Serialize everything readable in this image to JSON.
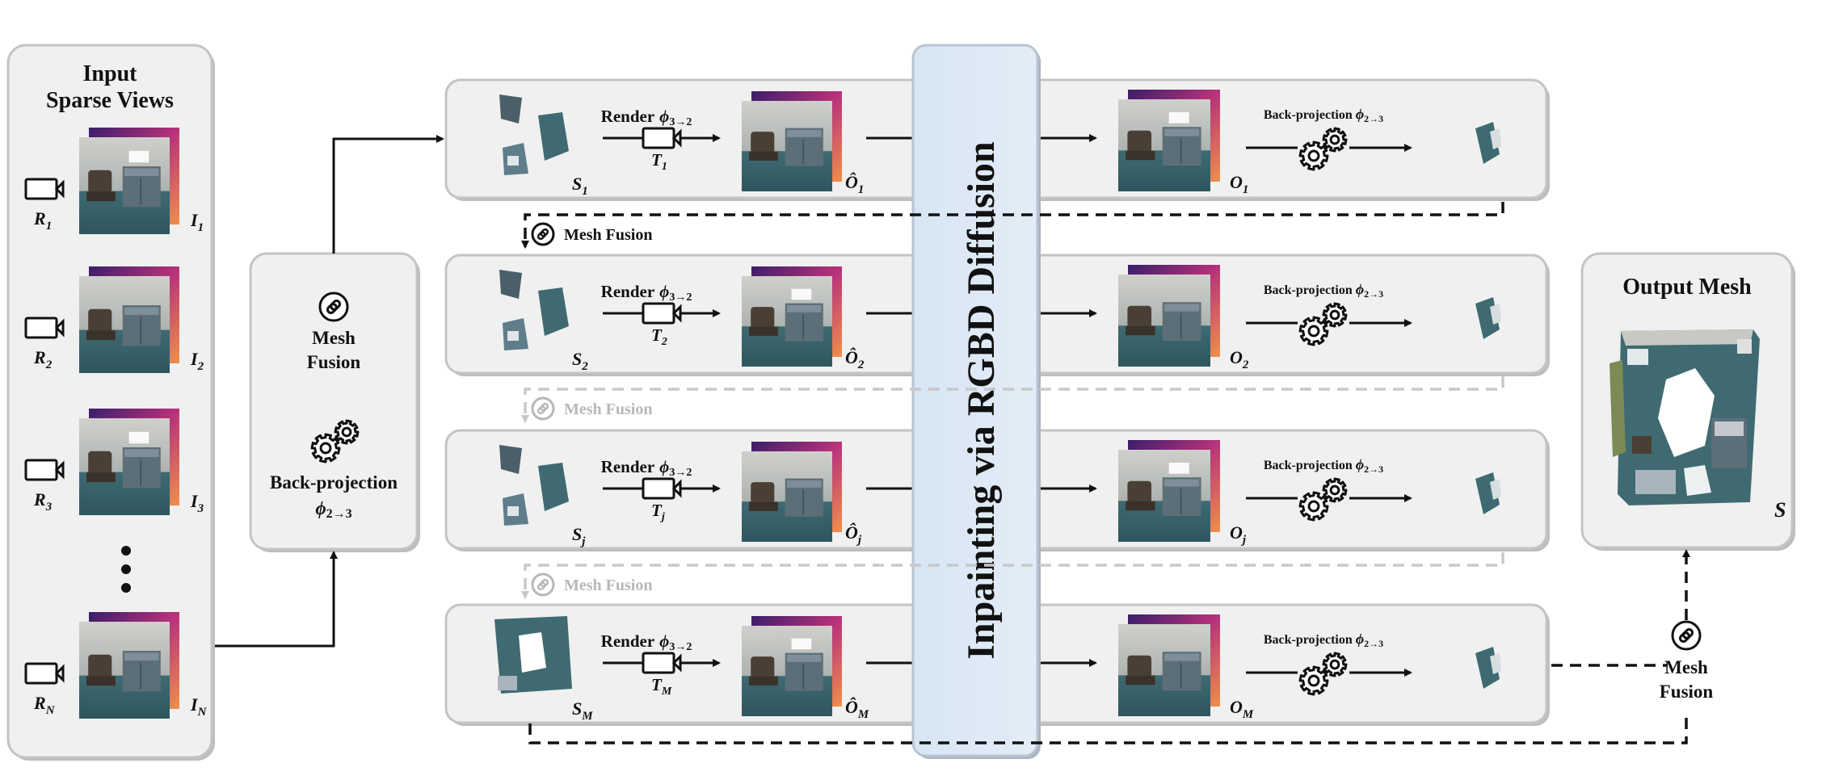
{
  "input_panel": {
    "title_line1": "Input",
    "title_line2": "Sparse Views",
    "views": [
      {
        "R": "R",
        "R_sub": "1",
        "I": "I",
        "I_sub": "1"
      },
      {
        "R": "R",
        "R_sub": "2",
        "I": "I",
        "I_sub": "2"
      },
      {
        "R": "R",
        "R_sub": "3",
        "I": "I",
        "I_sub": "3"
      },
      {
        "R": "R",
        "R_sub": "N",
        "I": "I",
        "I_sub": "N"
      }
    ]
  },
  "fusion_panel": {
    "mesh_fusion_line1": "Mesh",
    "mesh_fusion_line2": "Fusion",
    "backprojection_label": "Back-projection",
    "backprojection_symbol": "ϕ",
    "backprojection_sub": "2→3"
  },
  "rows": [
    {
      "S": "S",
      "S_sub": "1",
      "render_label": "Render",
      "render_sym": "ϕ",
      "render_sub": "3→2",
      "T": "T",
      "T_sub": "1",
      "Ohat": "Ô",
      "Ohat_sub": "1",
      "bp_label": "Back-projection",
      "bp_sym": "ϕ",
      "bp_sub": "2→3",
      "O": "O",
      "O_sub": "1"
    },
    {
      "S": "S",
      "S_sub": "2",
      "render_label": "Render",
      "render_sym": "ϕ",
      "render_sub": "3→2",
      "T": "T",
      "T_sub": "2",
      "Ohat": "Ô",
      "Ohat_sub": "2",
      "bp_label": "Back-projection",
      "bp_sym": "ϕ",
      "bp_sub": "2→3",
      "O": "O",
      "O_sub": "2"
    },
    {
      "S": "S",
      "S_sub": "j",
      "render_label": "Render",
      "render_sym": "ϕ",
      "render_sub": "3→2",
      "T": "T",
      "T_sub": "j",
      "Ohat": "Ô",
      "Ohat_sub": "j",
      "bp_label": "Back-projection",
      "bp_sym": "ϕ",
      "bp_sub": "2→3",
      "O": "O",
      "O_sub": "j"
    },
    {
      "S": "S",
      "S_sub": "M",
      "render_label": "Render",
      "render_sym": "ϕ",
      "render_sub": "3→2",
      "T": "T",
      "T_sub": "M",
      "Ohat": "Ô",
      "Ohat_sub": "M",
      "bp_label": "Back-projection",
      "bp_sym": "ϕ",
      "bp_sub": "2→3",
      "O": "O",
      "O_sub": "M"
    }
  ],
  "row_connectors": [
    "Mesh Fusion",
    "Mesh Fusion",
    "Mesh Fusion"
  ],
  "diffusion_label": "Inpainting via RGBD Diffusion",
  "output_panel": {
    "title": "Output Mesh",
    "symbol": "S"
  },
  "output_fusion": {
    "line1": "Mesh",
    "line2": "Fusion"
  },
  "colors": {
    "panel_fill": "#f0f0f0",
    "panel_stroke": "#c4c4c4",
    "diffusion_fill": "#dce8f5",
    "floor": "#3f6a72",
    "wall": "#c9c9c4",
    "desk": "#5c6f78",
    "chair": "#4a3f35",
    "depth_dark": "#3a1d6b",
    "depth_mid": "#b8327a",
    "depth_light": "#f0904a"
  }
}
